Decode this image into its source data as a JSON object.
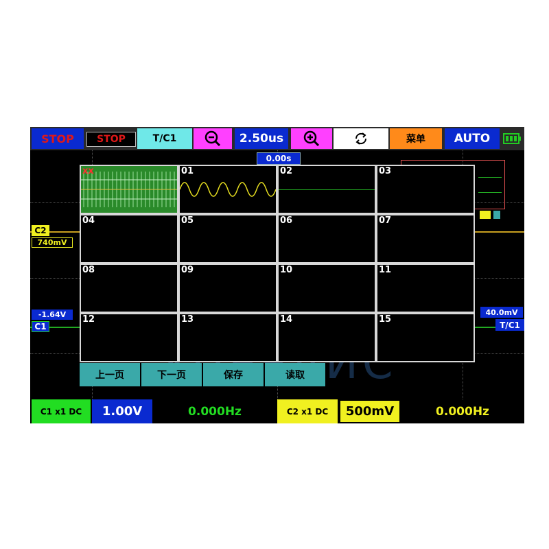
{
  "topbar": {
    "run_state": "STOP",
    "stop_button": "STOP",
    "trigger_source": "T/C1",
    "zoom_out_icon": "zoom-out-icon",
    "timebase": "2.50us",
    "zoom_in_icon": "zoom-in-icon",
    "refresh_icon": "refresh-icon",
    "menu_label": "菜单",
    "auto_label": "AUTO",
    "battery_icon": "battery-icon"
  },
  "trigger_position": "0.00s",
  "grid": {
    "cells": [
      "xx",
      "01",
      "02",
      "03",
      "04",
      "05",
      "06",
      "07",
      "08",
      "09",
      "10",
      "11",
      "12",
      "13",
      "14",
      "15"
    ]
  },
  "buttons": {
    "prev_page": "上一页",
    "next_page": "下一页",
    "save": "保存",
    "load": "读取"
  },
  "markers": {
    "c2_tag": "C2",
    "c2_offset": "740mV",
    "c1_offset": "-1.64V",
    "c1_tag": "C1",
    "trigger_level": "40.0mV",
    "trigger_tag": "T/C1"
  },
  "watermark": "УПЕРАЙС",
  "bottombar": {
    "ch1_label": "C1 x1 DC",
    "ch1_scale": "1.00V",
    "ch1_freq": "0.000Hz",
    "ch2_label": "C2 x1 DC",
    "ch2_scale": "500mV",
    "ch2_freq": "0.000Hz"
  },
  "colors": {
    "stop_red": "#e01818",
    "cyan": "#6fe8e8",
    "magenta": "#ff40ff",
    "blue": "#0a2ad0",
    "orange": "#ff8a1a",
    "ch1_green": "#22dd22",
    "ch2_yellow": "#f0f020",
    "button_teal": "#3aa9a9"
  }
}
